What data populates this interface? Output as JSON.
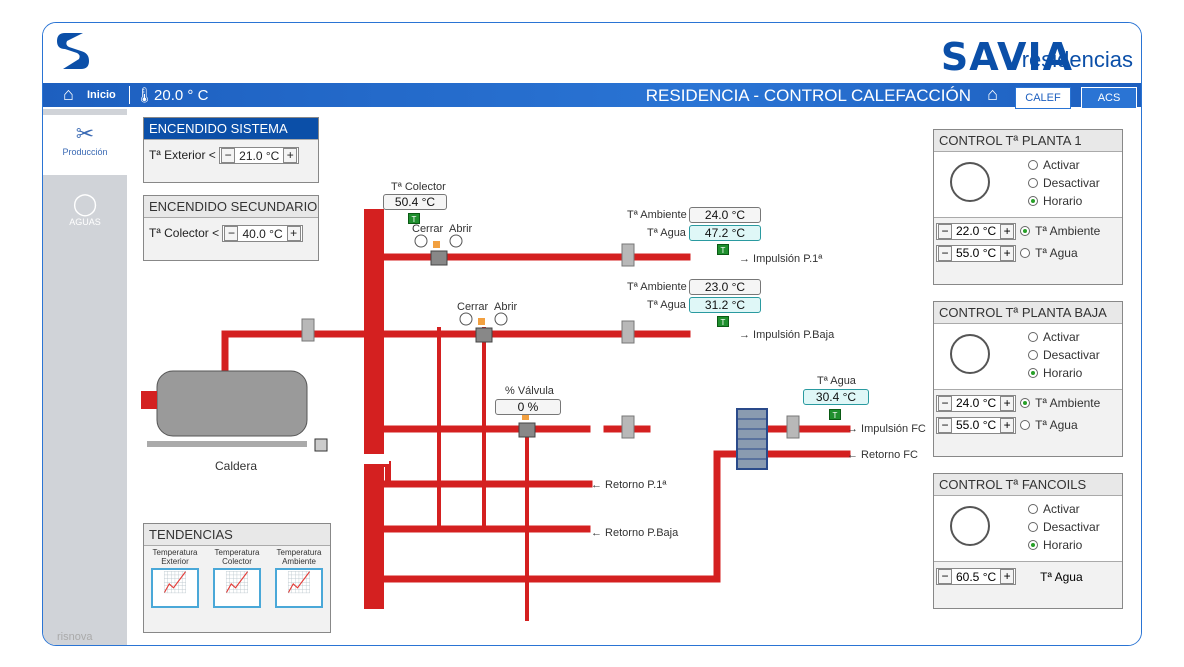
{
  "header": {
    "brand": "SAVIA",
    "brand_sub": "residencias"
  },
  "topbar": {
    "home_label": "Inicio",
    "outdoor_temp": "20.0 ° C",
    "title": "RESIDENCIA - CONTROL CALEFACCIÓN",
    "tabs": [
      "CALEF",
      "ACS"
    ]
  },
  "sidebar": {
    "items": [
      {
        "label": "Producción",
        "icon": "tools-icon"
      },
      {
        "label": "AGUAS",
        "icon": "drop-icon"
      }
    ],
    "footer": "risnova"
  },
  "system": {
    "title": "ENCENDIDO SISTEMA",
    "label": "Tª Exterior <",
    "value": "21.0 °C"
  },
  "secondary": {
    "title": "ENCENDIDO SECUNDARIO",
    "label": "Tª Colector <",
    "value": "40.0 °C"
  },
  "collector": {
    "label": "Tª Colector",
    "value": "50.4 °C"
  },
  "boiler": {
    "label": "Caldera"
  },
  "valves": {
    "close": "Cerrar",
    "open": "Abrir",
    "pct_label": "% Válvula",
    "pct_value": "0 %"
  },
  "p1": {
    "amb_label": "Tª Ambiente",
    "amb_value": "24.0 °C",
    "water_label": "Tª Agua",
    "water_value": "47.2 °C",
    "impulse": "→ Impulsión P.1ª",
    "return": "← Retorno P.1ª"
  },
  "pb": {
    "amb_label": "Tª Ambiente",
    "amb_value": "23.0 °C",
    "water_label": "Tª Agua",
    "water_value": "31.2 °C",
    "impulse": "→ Impulsión P.Baja",
    "return": "← Retorno P.Baja"
  },
  "fc": {
    "water_label": "Tª Agua",
    "water_value": "30.4 °C",
    "impulse": "→ Impulsión FC",
    "return": "← Retorno FC"
  },
  "trends": {
    "title": "TENDENCIAS",
    "items": [
      "Temperatura Exterior",
      "Temperatura Colector",
      "Temperatura Ambiente"
    ]
  },
  "tbadge": "T",
  "ctrl_p1": {
    "title": "CONTROL Tª PLANTA 1",
    "options": [
      "Activar",
      "Desactivar",
      "Horario"
    ],
    "amb_value": "22.0 °C",
    "amb_label": "Tª Ambiente",
    "water_value": "55.0 °C",
    "water_label": "Tª Agua"
  },
  "ctrl_pb": {
    "title": "CONTROL Tª PLANTA BAJA",
    "options": [
      "Activar",
      "Desactivar",
      "Horario"
    ],
    "amb_value": "24.0 °C",
    "amb_label": "Tª Ambiente",
    "water_value": "55.0 °C",
    "water_label": "Tª Agua"
  },
  "ctrl_fc": {
    "title": "CONTROL Tª FANCOILS",
    "options": [
      "Activar",
      "Desactivar",
      "Horario"
    ],
    "water_value": "60.5 °C",
    "water_label": "Tª Agua"
  },
  "colors": {
    "pipe": "#d42020",
    "brand": "#0b4fa8",
    "accent": "#2a74d4",
    "badge": "#1f8f2e"
  }
}
